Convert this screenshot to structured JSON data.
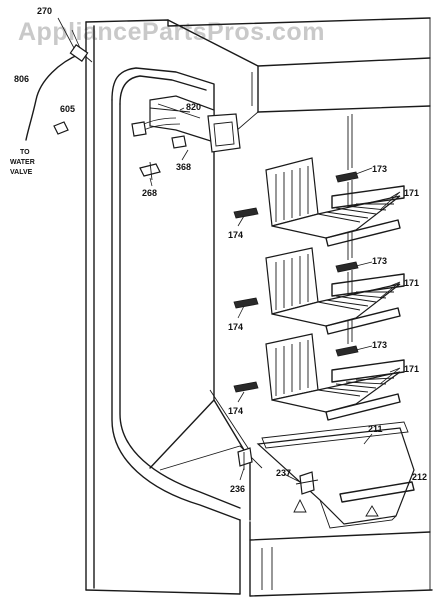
{
  "watermark": "AppliancePartsPros.com",
  "callouts": {
    "p270": "270",
    "p806": "806",
    "p605": "605",
    "p820": "820",
    "p368": "368",
    "p268": "268",
    "p173a": "173",
    "p171a": "171",
    "p174a": "174",
    "p173b": "173",
    "p171b": "171",
    "p174b": "174",
    "p173c": "173",
    "p171c": "171",
    "p174c": "174",
    "p211": "211",
    "p212": "212",
    "p237": "237",
    "p236": "236"
  },
  "water_note": [
    "TO",
    "WATER",
    "VALVE"
  ],
  "colors": {
    "line": "#1a1a1a",
    "watermark": "#c9c9c9",
    "background": "#ffffff"
  }
}
